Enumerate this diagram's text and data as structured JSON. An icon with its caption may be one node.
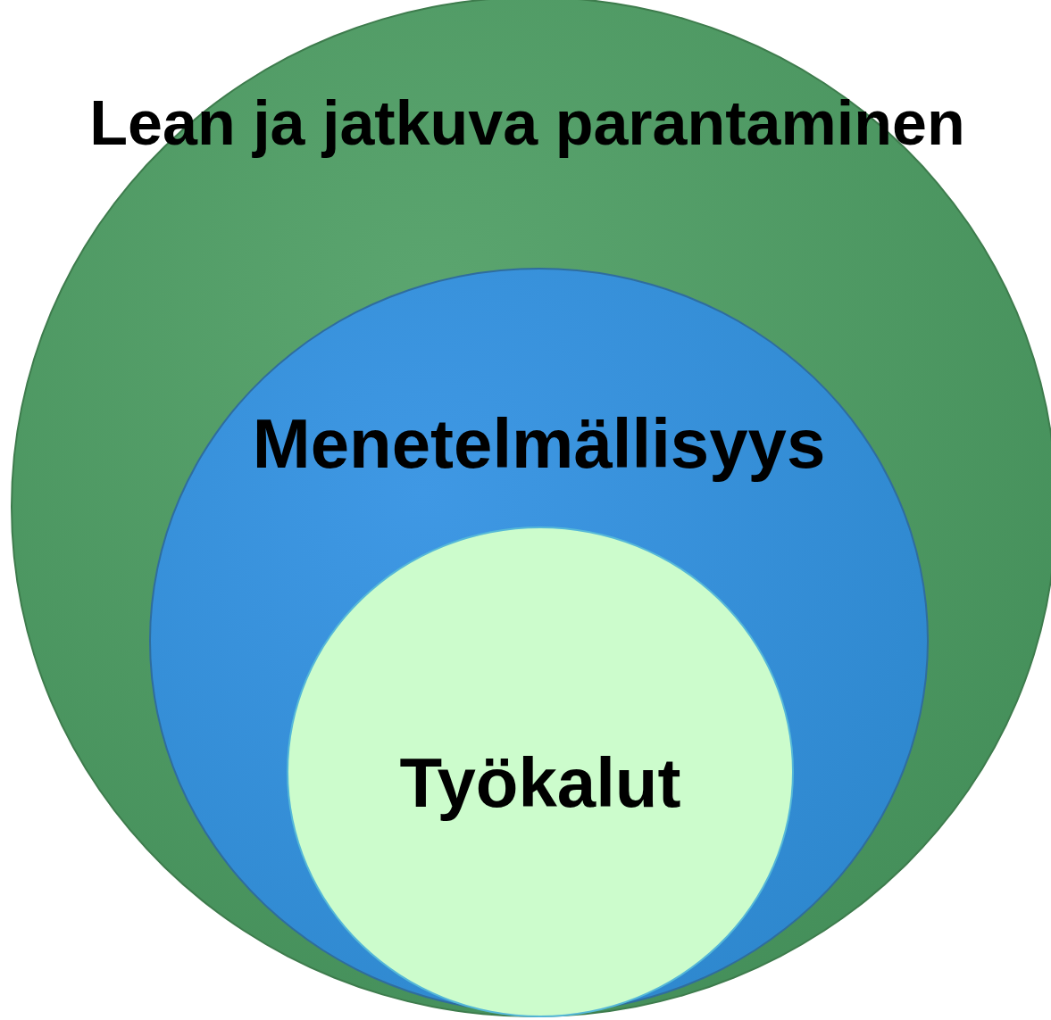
{
  "diagram": {
    "nodes": [
      {
        "text": [
          "Lean ja jatkuva parantaminen"
        ]
      },
      {
        "text": [
          "Menetelmällisyys"
        ],
        "in": 0
      },
      {
        "text": [
          "Työkalut"
        ],
        "in": 1
      }
    ]
  }
}
